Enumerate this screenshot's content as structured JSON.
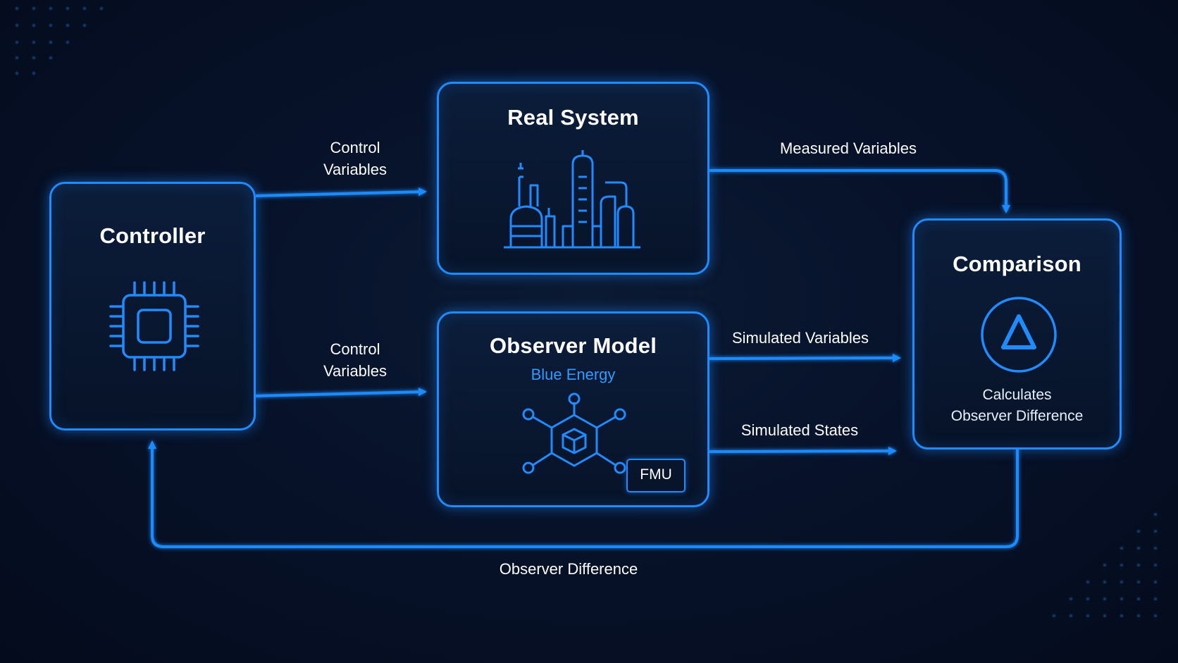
{
  "nodes": {
    "controller": {
      "title": "Controller",
      "icon": "cpu-chip-icon"
    },
    "real_system": {
      "title": "Real System",
      "icon": "industrial-plant-icon"
    },
    "observer_model": {
      "title": "Observer Model",
      "subtitle": "Blue Energy",
      "icon": "cube-network-icon",
      "badge": "FMU"
    },
    "comparison": {
      "title": "Comparison",
      "icon": "delta-icon",
      "description_line1": "Calculates",
      "description_line2": "Observer Difference"
    }
  },
  "edges": {
    "control_to_real": {
      "line1": "Control",
      "line2": "Variables"
    },
    "control_to_observer": {
      "line1": "Control",
      "line2": "Variables"
    },
    "measured": "Measured Variables",
    "simulated_variables": "Simulated Variables",
    "simulated_states": "Simulated States",
    "feedback": "Observer Difference"
  },
  "colors": {
    "accent": "#1f8bff",
    "background": "#06112a",
    "text": "#ffffff",
    "subtitle": "#2e9bff"
  }
}
